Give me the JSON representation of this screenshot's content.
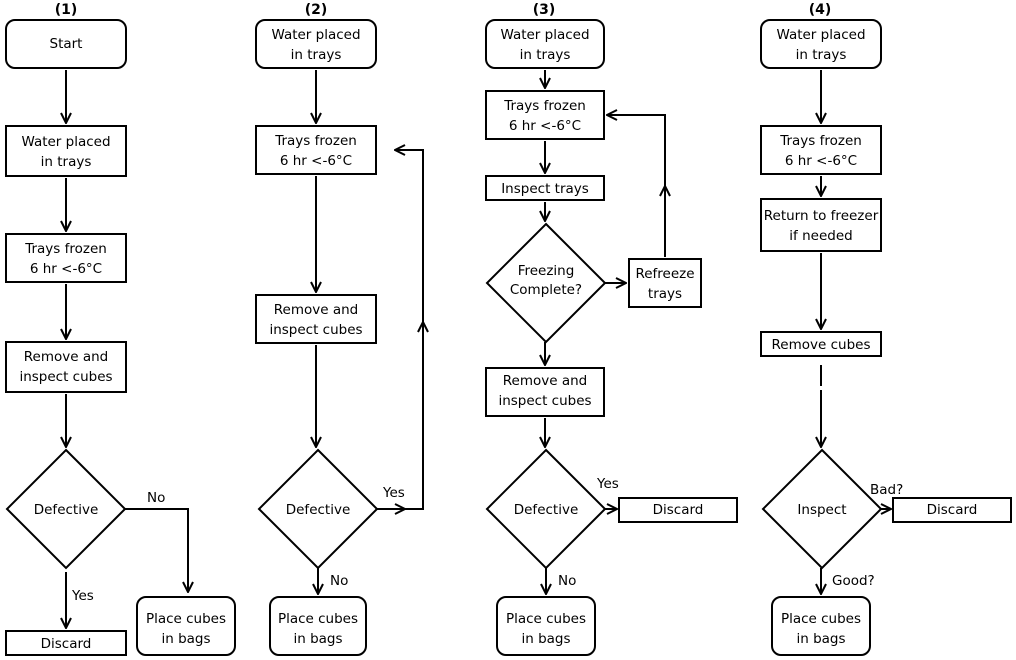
{
  "flows": [
    {
      "heading": "(1)",
      "start": "Start",
      "water_l1": "Water placed",
      "water_l2": "in trays",
      "frozen_l1": "Trays frozen",
      "frozen_l2": "6 hr <-6°C",
      "remove_l1": "Remove and",
      "remove_l2": "inspect cubes",
      "decision": "Defective",
      "no_label": "No",
      "yes_label": "Yes",
      "discard": "Discard",
      "bags_l1": "Place cubes",
      "bags_l2": "in bags"
    },
    {
      "heading": "(2)",
      "water_l1": "Water placed",
      "water_l2": "in trays",
      "frozen_l1": "Trays frozen",
      "frozen_l2": "6 hr <-6°C",
      "remove_l1": "Remove and",
      "remove_l2": "inspect cubes",
      "decision": "Defective",
      "yes_label": "Yes",
      "no_label": "No",
      "bags_l1": "Place cubes",
      "bags_l2": "in bags"
    },
    {
      "heading": "(3)",
      "water_l1": "Water placed",
      "water_l2": "in trays",
      "frozen_l1": "Trays frozen",
      "frozen_l2": "6 hr <-6°C",
      "inspect": "Inspect trays",
      "decision_l1": "Freezing",
      "decision_l2": "Complete?",
      "refreeze_l1": "Refreeze",
      "refreeze_l2": "trays",
      "remove_l1": "Remove and",
      "remove_l2": "inspect cubes",
      "decision2": "Defective",
      "yes_label": "Yes",
      "no_label": "No",
      "discard": "Discard",
      "bags_l1": "Place cubes",
      "bags_l2": "in bags"
    },
    {
      "heading": "(4)",
      "water_l1": "Water placed",
      "water_l2": "in trays",
      "frozen_l1": "Trays frozen",
      "frozen_l2": "6 hr <-6°C",
      "return_l1": "Return to freezer",
      "return_l2": "if needed",
      "remove": "Remove cubes",
      "decision": "Inspect",
      "bad_label": "Bad?",
      "good_label": "Good?",
      "discard": "Discard",
      "bags_l1": "Place cubes",
      "bags_l2": "in bags"
    }
  ]
}
